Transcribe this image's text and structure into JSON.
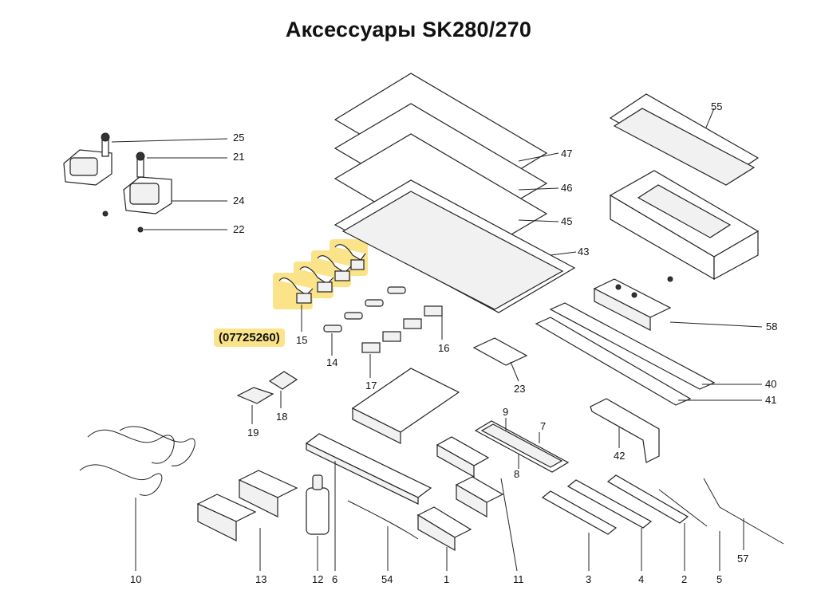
{
  "title": "Аксессуары SK280/270",
  "highlight": {
    "part_code": "(07725260)",
    "color": "#fbe38a"
  },
  "callouts": {
    "n25": "25",
    "n21": "21",
    "n24": "24",
    "n22": "22",
    "n47": "47",
    "n46": "46",
    "n45": "45",
    "n43": "43",
    "n55": "55",
    "n58": "58",
    "n40": "40",
    "n41": "41",
    "n15": "15",
    "n14": "14",
    "n16": "16",
    "n17": "17",
    "n23": "23",
    "n18": "18",
    "n19": "19",
    "n9": "9",
    "n7": "7",
    "n8": "8",
    "n42": "42",
    "n10": "10",
    "n13": "13",
    "n12": "12",
    "n6": "6",
    "n54": "54",
    "n1": "1",
    "n11": "11",
    "n3": "3",
    "n4": "4",
    "n2": "2",
    "n5": "5",
    "n57": "57"
  }
}
